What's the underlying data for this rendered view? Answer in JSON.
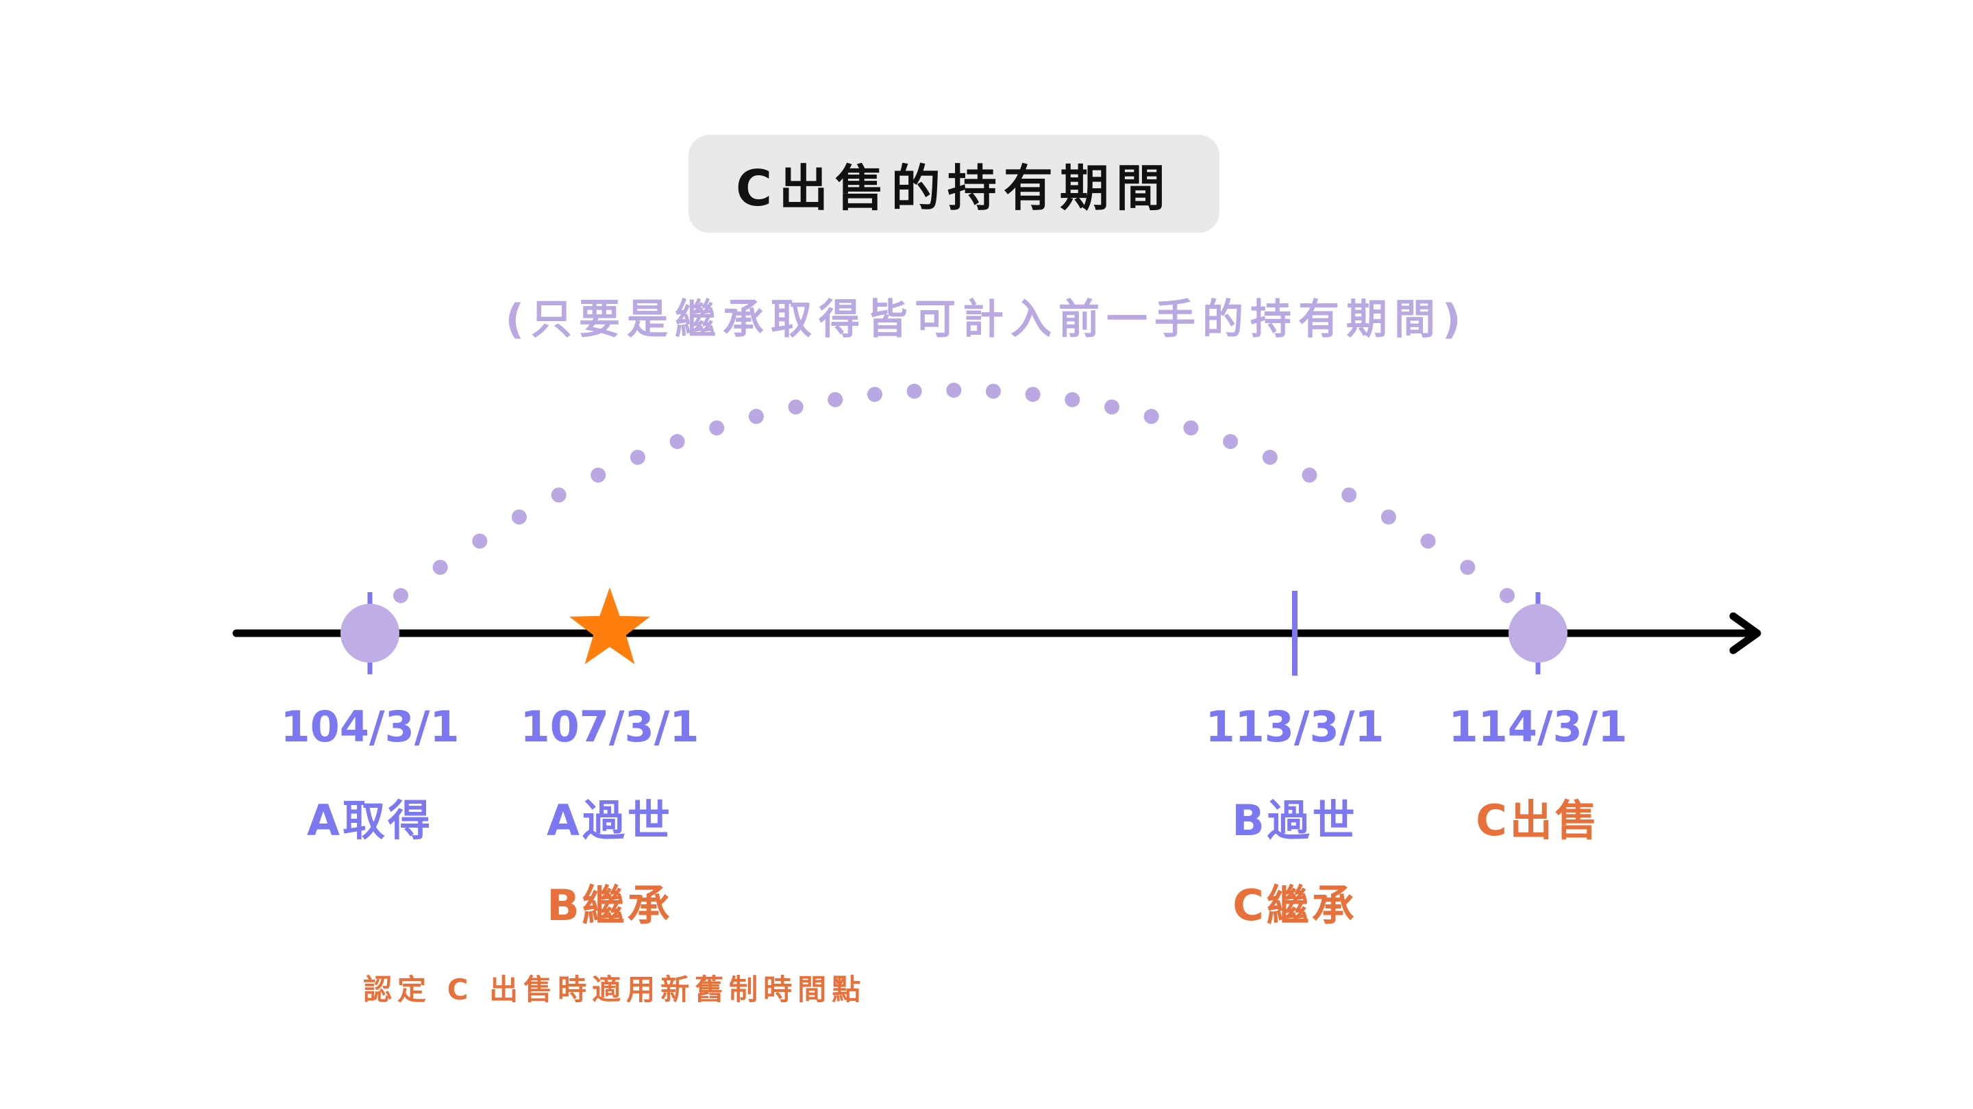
{
  "title": "C出售的持有期間",
  "subtitle": "(只要是繼承取得皆可計入前一手的持有期間)",
  "colors": {
    "purple_text": "#7b78f2",
    "orange_text": "#e8703a",
    "arc_dots": "#b9a8e2",
    "circle_marker": "#bfaee6",
    "star": "#ff7f0e",
    "axis": "#000000",
    "tick": "#7b78f2",
    "title_bg": "#e9e9e9"
  },
  "timeline": [
    {
      "date": "104/3/1",
      "line1": "A取得",
      "line1_color": "#7b78f2",
      "line2": "",
      "line2_color": "#e8703a",
      "marker": "circle"
    },
    {
      "date": "107/3/1",
      "line1": "A過世",
      "line1_color": "#7b78f2",
      "line2": "B繼承",
      "line2_color": "#e8703a",
      "marker": "star"
    },
    {
      "date": "113/3/1",
      "line1": "B過世",
      "line1_color": "#7b78f2",
      "line2": "C繼承",
      "line2_color": "#e8703a",
      "marker": "tick"
    },
    {
      "date": "114/3/1",
      "line1": "C出售",
      "line1_color": "#e8703a",
      "line2": "",
      "line2_color": "#e8703a",
      "marker": "circle"
    }
  ],
  "note": "認定 C 出售時適用新舊制時間點"
}
